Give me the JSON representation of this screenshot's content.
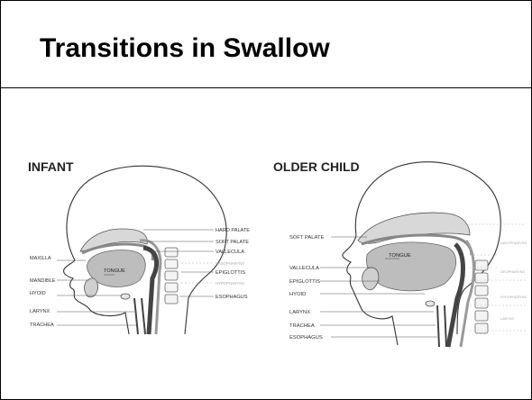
{
  "slide": {
    "title": "Transitions in Swallow"
  },
  "infant": {
    "title": "INFANT",
    "labels": {
      "hard_palate": "HARD PALATE",
      "soft_palate": "SOFT PALATE",
      "vallecula": "VALLECULA",
      "nasopharynx": "NASOPHARYNX",
      "epiglottis": "EPIGLOTTIS",
      "hypopharynx": "HYPOPHARYNX",
      "esophagus": "ESOPHAGUS",
      "maxilla": "MAXILLA",
      "tongue": "TONGUE",
      "mandible": "MANDIBLE",
      "hyoid": "HYOID",
      "larynx": "LARYNX",
      "trachea": "TRACHEA"
    }
  },
  "older_child": {
    "title": "OLDER CHILD",
    "labels": {
      "soft_palate": "SOFT PALATE",
      "tongue": "TONGUE",
      "vallecula": "VALLECULA",
      "epiglottis": "EPIGLOTTIS",
      "hyoid": "HYOID",
      "larynx": "LARYNX",
      "trachea": "TRACHEA",
      "esophagus": "ESOPHAGUS",
      "nasopharynx": "NASOPHARYNX",
      "oropharynx": "OROPHARYNX",
      "hypopharynx": "HYPOPHARYNX",
      "larynx_right": "LARYNX"
    }
  }
}
